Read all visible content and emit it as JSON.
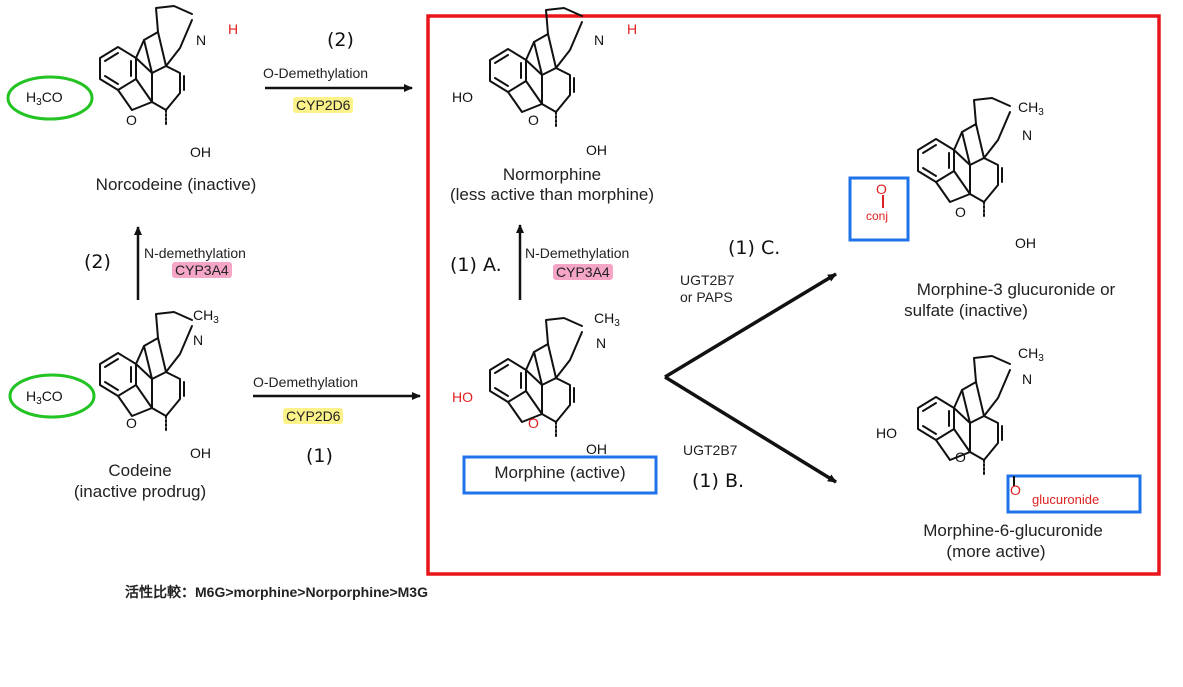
{
  "colors": {
    "frame": "#e8161b",
    "circle": "#22c322",
    "box": "#1e73e8",
    "arrow": "#111111",
    "hetero": "#e02020",
    "highlight_yellow": "#fbf28a",
    "highlight_pink": "#f5a6c6"
  },
  "compounds": {
    "norcodeine": {
      "name": "Norcodeine (inactive)"
    },
    "codeine": {
      "name_line1": "Codeine",
      "name_line2": "(inactive prodrug)"
    },
    "normorphine": {
      "name_line1": "Normorphine",
      "name_line2": "(less active than morphine)"
    },
    "morphine": {
      "name": "Morphine (active)"
    },
    "m3g": {
      "name_line1": "Morphine-3 glucuronide or",
      "name_line2": "sulfate (inactive)"
    },
    "m6g": {
      "name_line1": "Morphine-6-glucuronide",
      "name_line2": "(more active)"
    }
  },
  "atoms": {
    "methoxy_h3c": "H",
    "methoxy_sub": "3",
    "methoxy_rest": "CO",
    "ho": "HO",
    "oh": "OH",
    "o": "O",
    "n": "N",
    "h": "H",
    "ch3_c": "CH",
    "ch3_sub": "3",
    "conj": "conj",
    "glucuronide": "glucuronide",
    "o_conj": "O"
  },
  "reactions": {
    "top_right": {
      "step": "(2)",
      "type": "O-Demethylation",
      "enzyme": "CYP2D6"
    },
    "left_up": {
      "step": "(2)",
      "type": "N-demethylation",
      "enzyme": "CYP3A4"
    },
    "bottom_right": {
      "step": "(1)",
      "type": "O-Demethylation",
      "enzyme": "CYP2D6"
    },
    "middle_up": {
      "step": "(1) A.",
      "type": "N-Demethylation",
      "enzyme": "CYP3A4"
    },
    "to_m3g": {
      "step": "(1) C.",
      "enzyme_line1": "UGT2B7",
      "enzyme_line2": "or PAPS"
    },
    "to_m6g": {
      "step": "(1) B.",
      "enzyme": "UGT2B7"
    }
  },
  "footnote": "活性比較：M6G>morphine>Norporphine>M3G"
}
